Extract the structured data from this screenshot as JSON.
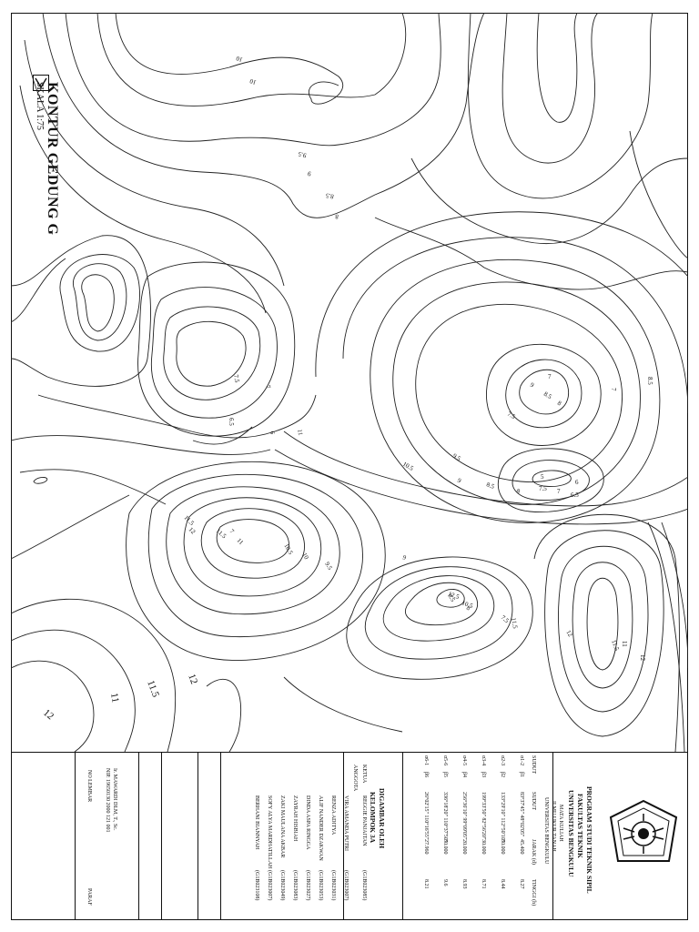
{
  "map": {
    "title": "KONTUR GEDUNG G",
    "scale": "SKALA 1:75",
    "contour_labels": [
      "10",
      "10",
      "9.5",
      "9",
      "8.5",
      "8",
      "7.5",
      "7",
      "6.5",
      "6",
      "11",
      "10.5",
      "9.5",
      "9",
      "8.5",
      "8",
      "7.5",
      "7",
      "6.5",
      "6",
      "5",
      "11.5",
      "12",
      "11.5",
      "11",
      "10.5",
      "10",
      "9.5",
      "9",
      "8.5",
      "8",
      "7.5",
      "7",
      "12",
      "11.5",
      "11",
      "12",
      "11.5",
      "12.5",
      "10.5",
      "9",
      "8.5",
      "8",
      "7.5",
      "7",
      "7",
      "8.5"
    ],
    "big_labels": [
      "11.5",
      "12",
      "11",
      "12"
    ]
  },
  "titleblock": {
    "institution": [
      "PROGRAM STUDI TEKNIK SIPIL",
      "FAKULTAS TEKNIK",
      "UNIVERSITAS BENGKULU"
    ],
    "course_label": "MATA KULIAH",
    "course_name": "ILMU UKUR TANAH",
    "course_uni": "UNIVERSITAS BENGKULU",
    "table_headers": [
      "SUDUT",
      "SUDUT",
      "JARAK (d)",
      "TINGGI (h)"
    ],
    "table_rows": [
      {
        "sta": "α1-2",
        "angle": "β1",
        "sudut": "83°37'45\" 48°02'05\"",
        "jarak": "45.400",
        "tinggi": "8.27"
      },
      {
        "sta": "α2-3",
        "angle": "β2",
        "sudut": "133°29'10\" 112°50'10\"",
        "jarak": "30.000",
        "tinggi": "8.44"
      },
      {
        "sta": "α3-4",
        "angle": "β3",
        "sudut": "199°33'50\" 82°56'20\"",
        "jarak": "30.000",
        "tinggi": "8.71"
      },
      {
        "sta": "α4-5",
        "angle": "β4",
        "sudut": "256°36'10\" 99°09'05\"",
        "jarak": "20.000",
        "tinggi": "8.93"
      },
      {
        "sta": "α5-6",
        "angle": "β5",
        "sudut": "336°18'20\" 110°37'50\"",
        "jarak": "30.000",
        "tinggi": "9.6"
      },
      {
        "sta": "α6-1",
        "angle": "β6",
        "sudut": "26°02'15\" 110°16'55\"",
        "jarak": "27.960",
        "tinggi": "8.21"
      }
    ],
    "drawn_by_label": "DIGAMBAR OLEH",
    "group": "KELOMPOK 3A",
    "members_header_left": "KETUA",
    "leader": "REGGIE PANJAITAN",
    "leader_id": "(G1B023085)",
    "members_label": "ANGGOTA",
    "members": [
      {
        "name": "VIRA AMANDA PUTRI",
        "id": "(G1B023007)"
      },
      {
        "name": "RENZA ADITYA",
        "id": "(G1B023031)"
      },
      {
        "name": "ALIF NANDER DZAKWAN",
        "id": "(G1B023053)"
      },
      {
        "name": "DINDA ASPA RINGGA",
        "id": "(G1B023027)"
      },
      {
        "name": "ZAYRAH HISBIAH",
        "id": "(G1B023083)"
      },
      {
        "name": "ZAKI MAULANA AKBAR",
        "id": "(G1B023049)"
      },
      {
        "name": "SOFY ALYA MARDHATILLAH",
        "id": "(G1B023007)"
      },
      {
        "name": "BERHANI BIANNYAH",
        "id": "(G1B023108)"
      }
    ],
    "lecturer": "Ir. MAWARDI DLM, T., Sc.",
    "lecturer_nip": "NIP. 19650130 2000 121 001",
    "sheet_no_label": "NO LEMBAR",
    "paraf_label": "PARAF"
  }
}
